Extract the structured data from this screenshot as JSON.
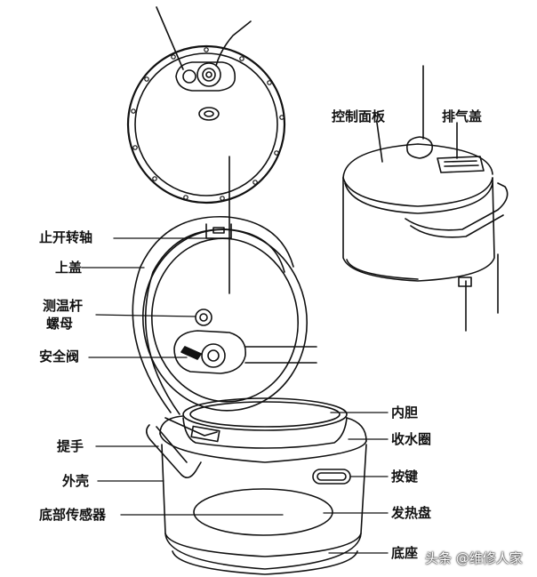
{
  "labels": {
    "control_panel": "控制面板",
    "exhaust_cover": "排气盖",
    "hinge": "止开转轴",
    "lid": "上盖",
    "thermo_nut_line1": "测温杆",
    "thermo_nut_line2": "螺母",
    "safety_valve": "安全阀",
    "inner_pot": "内胆",
    "water_ring": "收水圈",
    "handle": "提手",
    "button": "按键",
    "shell": "外壳",
    "bottom_sensor": "底部传感器",
    "heating_plate": "发热盘",
    "base": "底座"
  },
  "watermark": "头条 @维修人家",
  "colors": {
    "line": "#111111",
    "background": "#ffffff"
  }
}
